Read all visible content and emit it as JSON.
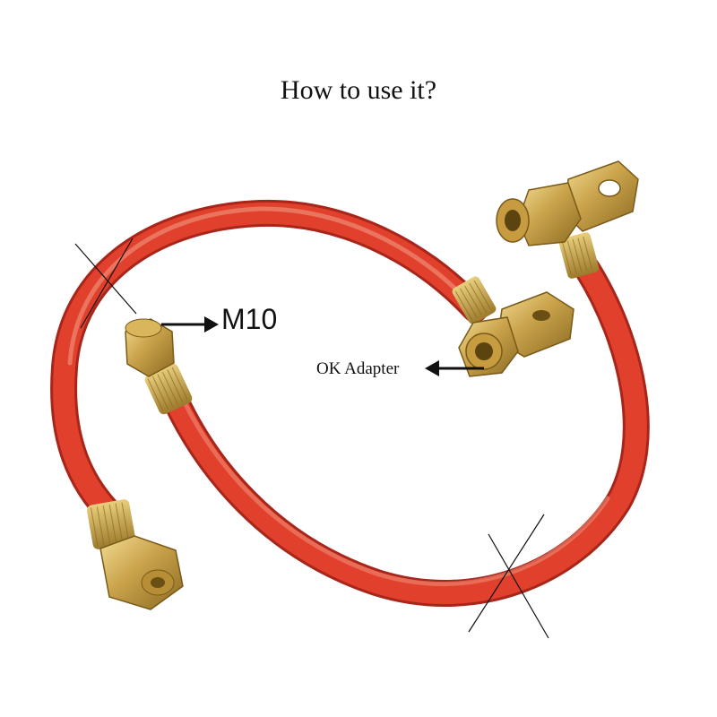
{
  "title": "How to use it?",
  "labels": {
    "m10": "M10",
    "ok_adapter": "OK Adapter"
  },
  "colors": {
    "hose": "#e0402c",
    "brass": "#c9a24a",
    "ink": "#111111"
  }
}
